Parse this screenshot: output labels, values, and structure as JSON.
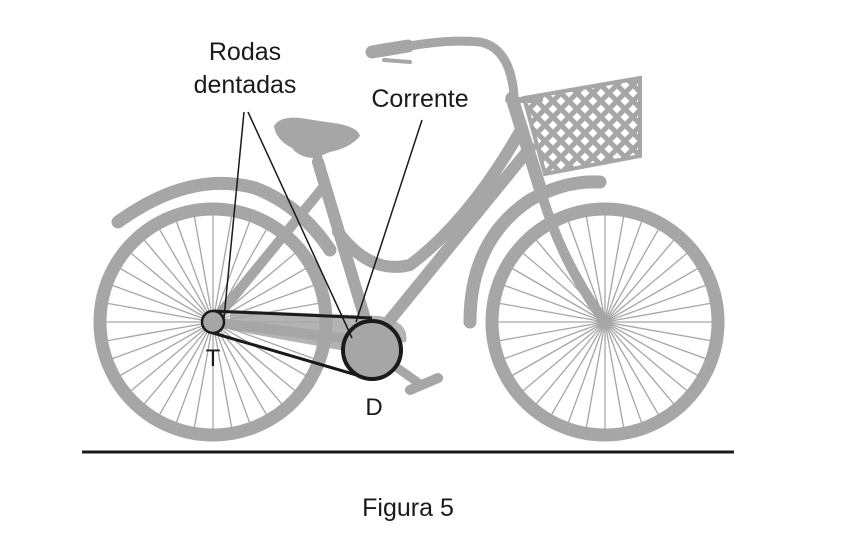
{
  "labels": {
    "sprockets_line1": "Rodas",
    "sprockets_line2": "dentadas",
    "chain": "Corrente",
    "rear_sprocket": "T",
    "front_sprocket": "D",
    "caption": "Figura 5"
  },
  "colors": {
    "frame": "#a6a6a6",
    "sprocket_fill": "#a6a6a6",
    "chain": "#1a1a1a",
    "ground": "#1a1a1a",
    "leader_lines": "#1a1a1a",
    "background": "#ffffff"
  }
}
